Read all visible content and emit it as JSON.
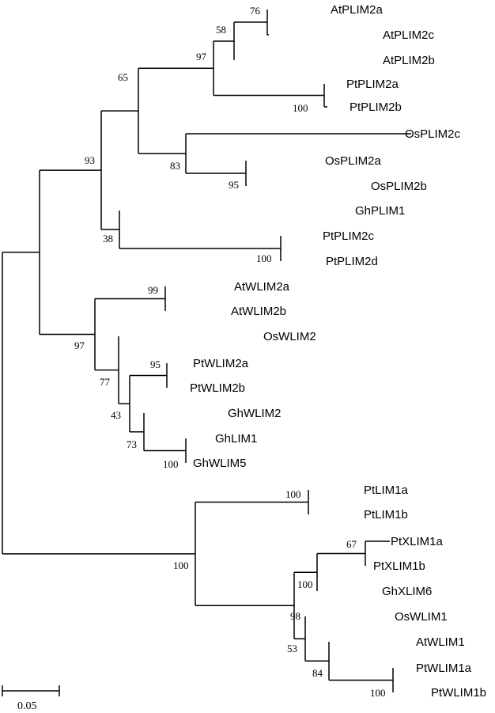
{
  "taxa": [
    "AtPLIM2a",
    "AtPLIM2c",
    "AtPLIM2b",
    "PtPLIM2a",
    "PtPLIM2b",
    "OsPLIM2c",
    "OsPLIM2a",
    "OsPLIM2b",
    "GhPLIM1",
    "PtPLIM2c",
    "PtPLIM2d",
    "AtWLIM2a",
    "AtWLIM2b",
    "OsWLIM2",
    "PtWLIM2a",
    "PtWLIM2b",
    "GhWLIM2",
    "GhLIM1",
    "GhWLIM5",
    "PtLIM1a",
    "PtLIM1b",
    "PtXLIM1a",
    "PtXLIM1b",
    "GhXLIM6",
    "OsWLIM1",
    "AtWLIM1",
    "PtWLIM1a",
    "PtWLIM1b"
  ],
  "support_values": [
    "76",
    "58",
    "97",
    "100",
    "65",
    "83",
    "95",
    "93",
    "38",
    "100",
    "99",
    "97",
    "95",
    "77",
    "43",
    "73",
    "100",
    "100",
    "100",
    "98",
    "67",
    "100",
    "53",
    "84",
    "100"
  ],
  "scale_bar": {
    "label": "0.05"
  }
}
